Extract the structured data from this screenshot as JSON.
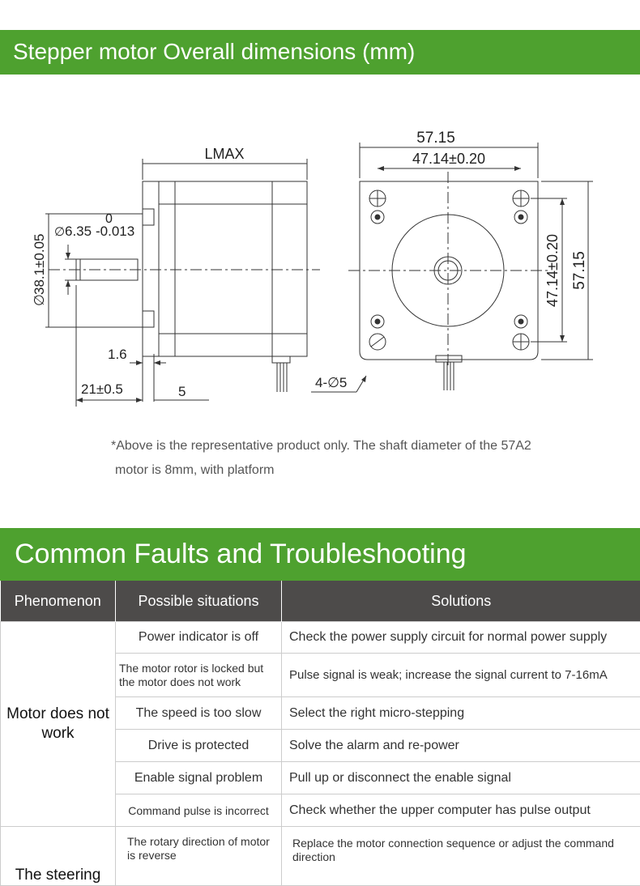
{
  "section1": {
    "title": "Stepper motor Overall dimensions (mm)"
  },
  "drawing": {
    "side_view": {
      "lmax": "LMAX",
      "shaft_dia": "6.35",
      "shaft_tol_upper": "0",
      "shaft_tol_lower": "-0.013",
      "boss_dia": "38.1±0.05",
      "flange_thickness": "1.6",
      "shaft_length": "21±0.5",
      "boss_height": "5"
    },
    "front_view": {
      "overall_width": "57.15",
      "hole_spacing_h": "47.14±0.20",
      "hole_spacing_v": "47.14±0.20",
      "overall_height": "57.15",
      "holes": "4-∅5"
    }
  },
  "note": {
    "line1": "*Above is the representative product only. The shaft diameter of the 57A2",
    "line2": "motor is 8mm, with platform"
  },
  "section2": {
    "title": "Common Faults and Troubleshooting"
  },
  "table": {
    "headers": [
      "Phenomenon",
      "Possible situations",
      "Solutions"
    ],
    "groups": [
      {
        "phenomenon": "Motor does not work",
        "rows": [
          {
            "situation": "Power indicator is off",
            "solution": "Check the power supply circuit for normal power supply"
          },
          {
            "situation": "The motor rotor is locked but the motor does not work",
            "solution": "Pulse signal is weak; increase the signal current to 7-16mA"
          },
          {
            "situation": "The speed is too slow",
            "solution": "Select the right micro-stepping"
          },
          {
            "situation": "Drive is protected",
            "solution": "Solve the alarm and re-power"
          },
          {
            "situation": "Enable signal problem",
            "solution": "Pull up or disconnect the enable signal"
          },
          {
            "situation": "Command pulse is incorrect",
            "solution": "Check whether the upper computer has pulse output"
          }
        ]
      },
      {
        "phenomenon": "The steering",
        "rows": [
          {
            "situation": "The rotary direction of motor is reverse",
            "solution": "Replace the motor connection sequence or adjust the command direction"
          }
        ]
      }
    ]
  },
  "colors": {
    "banner_green": "#4ea12f",
    "header_gray": "#4d4b4a"
  }
}
